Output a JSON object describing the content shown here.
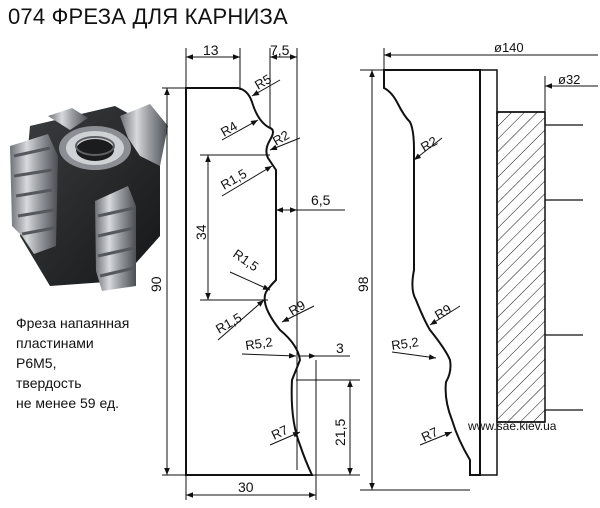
{
  "title": "074 ФРЕЗА ДЛЯ КАРНИЗА",
  "description": {
    "lines": [
      "Фреза напаянная",
      "пластинами",
      "Р6М5,",
      "твердость",
      "не менее 59 ед."
    ]
  },
  "watermark": "www.sae.kiev.ua",
  "profile_dims": {
    "top_left": "13",
    "top_right": "7,5",
    "height_total": "90",
    "height_mid": "34",
    "depth_mid": "6,5",
    "step": "3",
    "height_bottom": "21,5",
    "width_bottom": "30"
  },
  "profile_radii": {
    "r5": "R5",
    "r4": "R4",
    "r2": "R2",
    "r15a": "R1,5",
    "r15b": "R1,5",
    "r15c": "R1,5",
    "r9": "R9",
    "r52": "R5,2",
    "r7": "R7"
  },
  "tool_dims": {
    "diameter_outer": "ø140",
    "diameter_bore": "ø32",
    "height": "98"
  },
  "tool_radii": {
    "r2": "R2",
    "r9": "R9",
    "r52": "R5,2",
    "r7": "R7"
  },
  "colors": {
    "ink": "#111111",
    "steel_dark": "#2a2a2a",
    "steel_light": "#b9bcc0"
  }
}
